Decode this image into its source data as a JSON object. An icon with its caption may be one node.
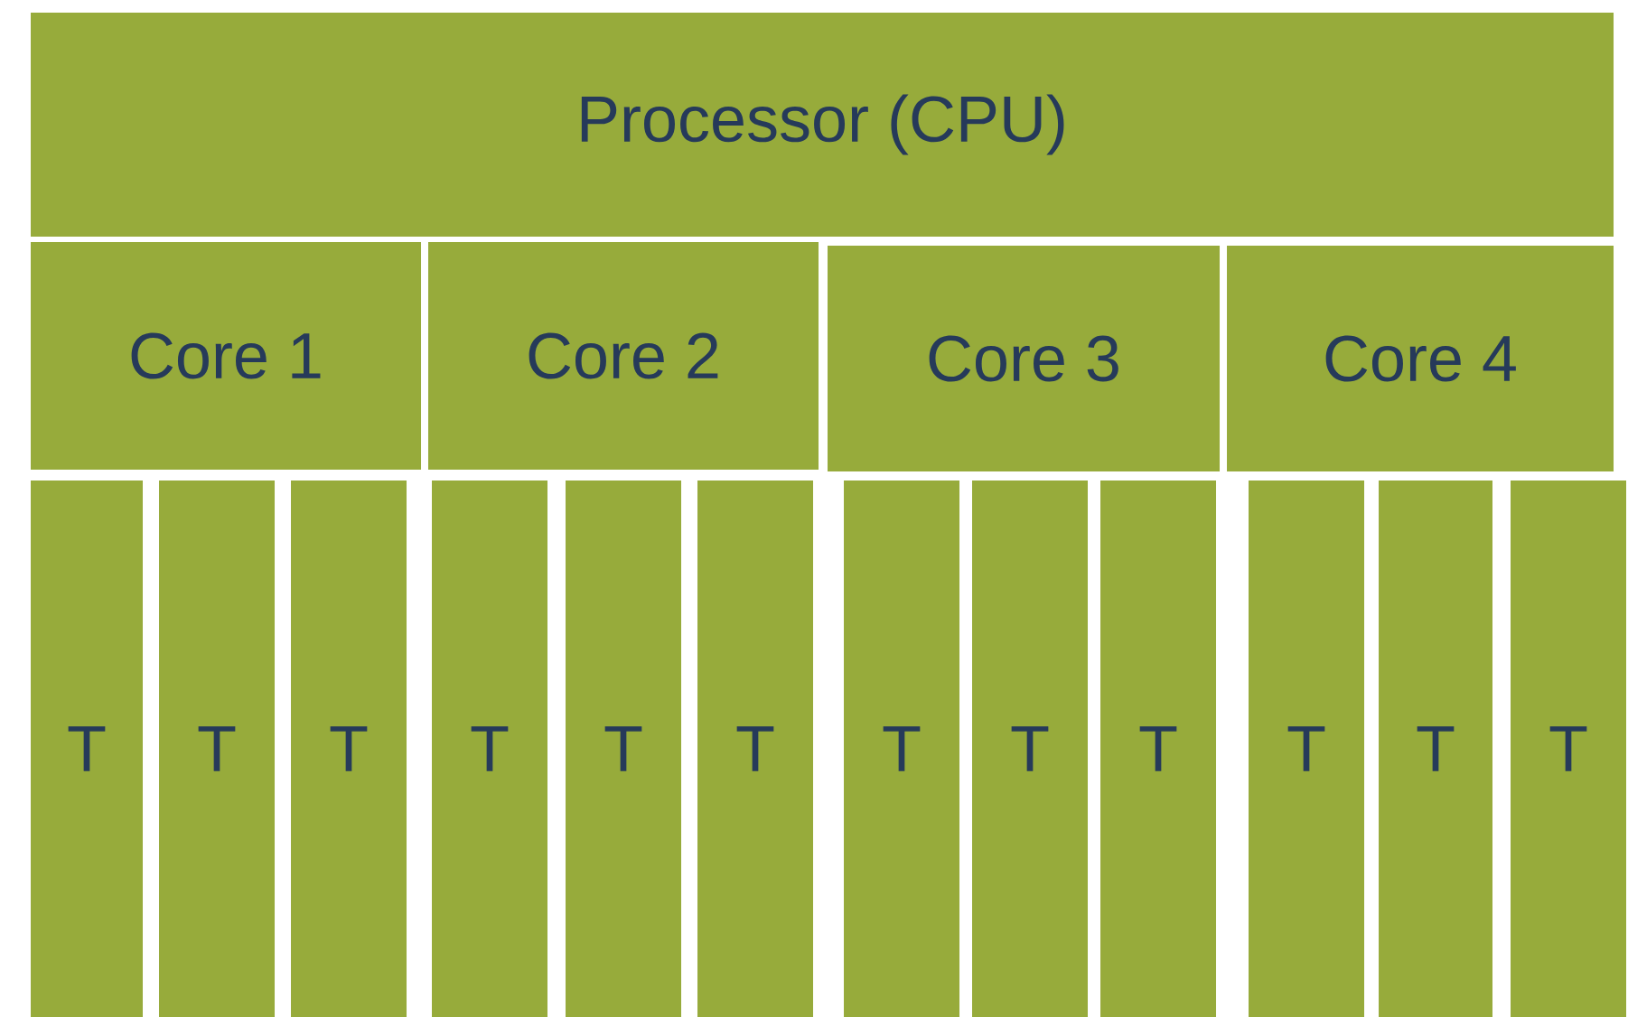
{
  "diagram": {
    "nodes": [
      {
        "text": [
          "Processor (CPU)"
        ]
      },
      {
        "text": [
          "Core 1"
        ]
      },
      {
        "text": [
          "Core 2"
        ]
      },
      {
        "text": [
          "Core 3"
        ]
      },
      {
        "text": [
          "Core 4"
        ]
      },
      {
        "text": [
          "T"
        ]
      },
      {
        "text": [
          "T"
        ]
      },
      {
        "text": [
          "T"
        ]
      },
      {
        "text": [
          "T"
        ]
      },
      {
        "text": [
          "T"
        ]
      },
      {
        "text": [
          "T"
        ]
      },
      {
        "text": [
          "T"
        ]
      },
      {
        "text": [
          "T"
        ]
      },
      {
        "text": [
          "T"
        ]
      },
      {
        "text": [
          "T"
        ]
      },
      {
        "text": [
          "T"
        ]
      },
      {
        "text": [
          "T"
        ]
      }
    ]
  }
}
